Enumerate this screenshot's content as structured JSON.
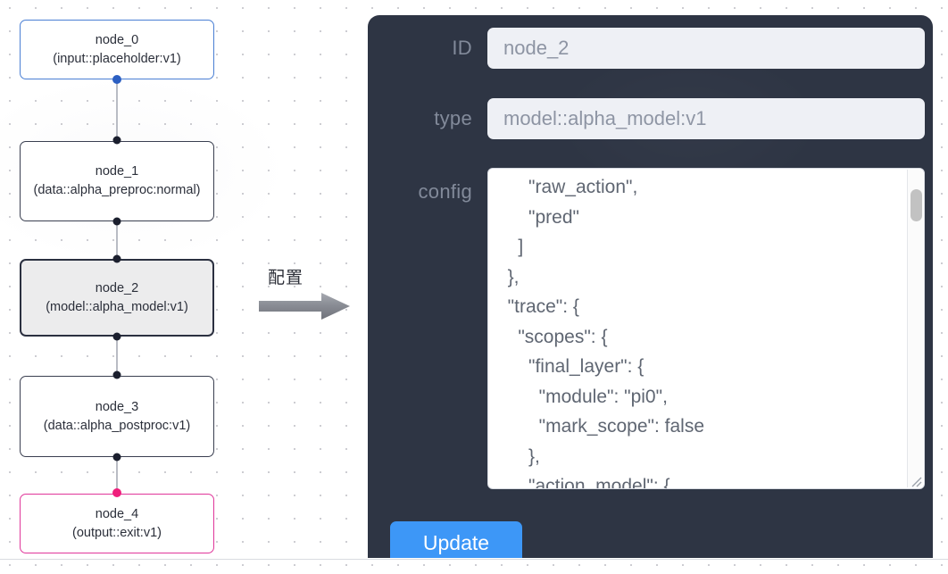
{
  "graph": {
    "nodes": [
      {
        "id": "node_0",
        "title": "node_0",
        "subtitle": "(input::placeholder:v1)",
        "state": "input"
      },
      {
        "id": "node_1",
        "title": "node_1",
        "subtitle": "(data::alpha_preproc:normal)",
        "state": "default"
      },
      {
        "id": "node_2",
        "title": "node_2",
        "subtitle": "(model::alpha_model:v1)",
        "state": "selected"
      },
      {
        "id": "node_3",
        "title": "node_3",
        "subtitle": "(data::alpha_postproc:v1)",
        "state": "default"
      },
      {
        "id": "node_4",
        "title": "node_4",
        "subtitle": "(output::exit:v1)",
        "state": "output"
      }
    ],
    "colors": {
      "input_border": "#4a7fd4",
      "output_border": "#e0369a",
      "default_border": "#3a3f50",
      "selected_fill": "#ececed",
      "handle": "#1b1f2e",
      "handle_input": "#2c5fc2",
      "handle_output": "#ef1f7c",
      "edge": "#b9bcc4"
    }
  },
  "annotation": {
    "caption": "配置",
    "arrow_color": "#8a8d95"
  },
  "panel": {
    "background": "#2e3544",
    "fields": [
      {
        "key": "id",
        "label": "ID",
        "value": "node_2"
      },
      {
        "key": "type",
        "label": "type",
        "value": "model::alpha_model:v1"
      },
      {
        "key": "config",
        "label": "config",
        "value": ""
      }
    ],
    "id_label": "ID",
    "id_value": "node_2",
    "type_label": "type",
    "type_value": "model::alpha_model:v1",
    "config_label": "config",
    "config_value": "      \"raw_action\",\n      \"pred\"\n    ]\n  },\n  \"trace\": {\n    \"scopes\": {\n      \"final_layer\": {\n        \"module\": \"pi0\",\n        \"mark_scope\": false\n      },\n      \"action_model\": {",
    "update_label": "Update",
    "update_color": "#3d97f7"
  }
}
